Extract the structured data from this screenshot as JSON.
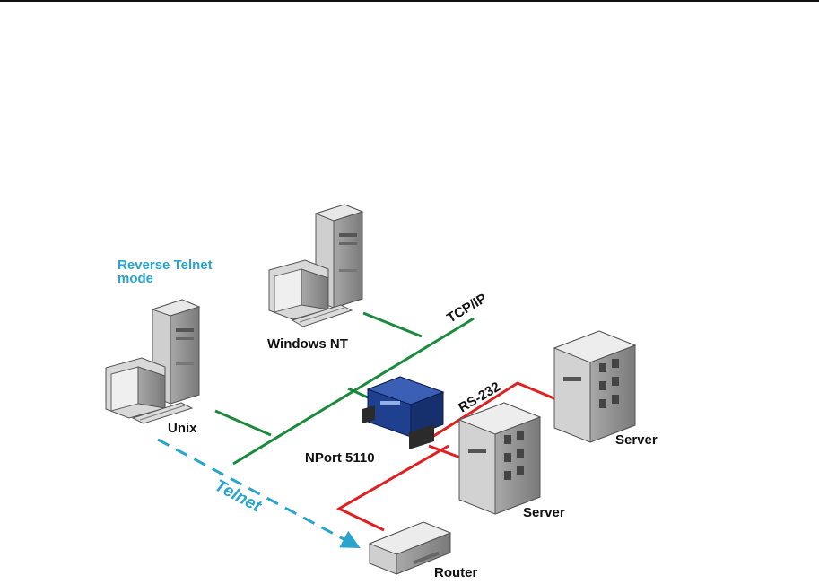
{
  "diagram": {
    "mode_label_line1": "Reverse Telnet",
    "mode_label_line2": "mode",
    "labels": {
      "windows_nt": "Windows NT",
      "unix": "Unix",
      "tcpip": "TCP/IP",
      "rs232": "RS-232",
      "nport": "NPort 5110",
      "server_right": "Server",
      "server_center": "Server",
      "router": "Router",
      "telnet": "Telnet"
    },
    "colors": {
      "ethernet": "#1a8a3c",
      "serial": "#e02020",
      "telnet": "#29a4cc",
      "mode_text": "#29a4cc",
      "device_body": "#d6d6d6",
      "device_dark": "#9a9a9a",
      "nport_blue": "#1f3f8f"
    }
  }
}
